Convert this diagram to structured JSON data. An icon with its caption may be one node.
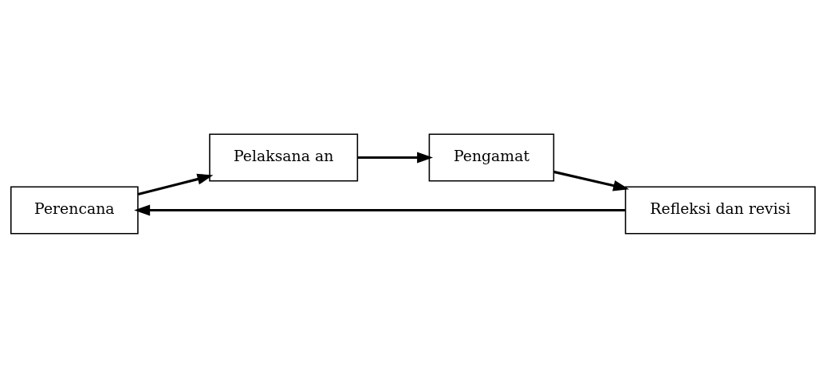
{
  "diagram": {
    "nodes": [
      {
        "text": [
          "Perencana"
        ]
      },
      {
        "text": [
          "Pelaksana an"
        ]
      },
      {
        "text": [
          "Pengamat"
        ]
      },
      {
        "text": [
          "Refleksi dan revisi"
        ]
      }
    ],
    "edges": [
      {
        "from": 3,
        "to": 0,
        "arrow": "to"
      },
      {
        "from": 0,
        "to": 1,
        "arrow": "to"
      },
      {
        "from": 1,
        "to": 2,
        "arrow": "to"
      },
      {
        "from": 2,
        "to": 3,
        "arrow": "to"
      }
    ]
  }
}
